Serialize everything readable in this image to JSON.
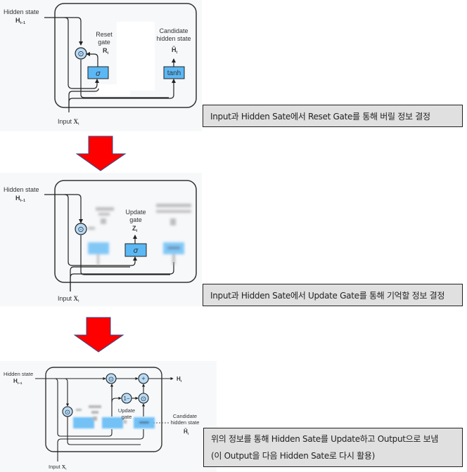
{
  "steps": [
    {
      "diagram": {
        "hidden_state_label": "Hidden state",
        "hidden_state_symbol": "H",
        "hidden_state_sub": "t−1",
        "input_label": "Input",
        "input_symbol": "X",
        "input_sub": "t",
        "reset_gate_label_1": "Reset",
        "reset_gate_label_2": "gate",
        "reset_gate_symbol": "R",
        "reset_gate_sub": "t",
        "candidate_label_1": "Candidate",
        "candidate_label_2": "hidden state",
        "candidate_symbol": "H̃",
        "candidate_sub": "t",
        "sigma_label": "σ",
        "tanh_label": "tanh",
        "multiply_op": "⊙"
      },
      "caption": "Input과  Hidden  Sate에서  Reset  Gate를  통해  버릴  정보  결정"
    },
    {
      "diagram": {
        "hidden_state_label": "Hidden state",
        "hidden_state_symbol": "H",
        "hidden_state_sub": "t−1",
        "input_label": "Input",
        "input_symbol": "X",
        "input_sub": "t",
        "update_gate_label_1": "Update",
        "update_gate_label_2": "gate",
        "update_gate_symbol": "Z",
        "update_gate_sub": "t",
        "sigma_label": "σ",
        "multiply_op": "⊙"
      },
      "caption": "Input과  Hidden  Sate에서  Update  Gate를  통해  기억할  정보  결정"
    },
    {
      "diagram": {
        "hidden_state_label": "Hidden state",
        "hidden_state_symbol": "H",
        "hidden_state_sub": "t−1",
        "input_label": "Input",
        "input_symbol": "X",
        "input_sub": "t",
        "update_gate_label_1": "Update",
        "update_gate_label_2": "gate",
        "candidate_label_1": "Candidate",
        "candidate_label_2": "hidden state",
        "candidate_symbol": "H̃",
        "candidate_sub": "t",
        "output_symbol": "H",
        "output_sub": "t",
        "multiply_op": "⊙",
        "add_op": "+",
        "one_minus_op": "1−"
      },
      "caption_line_1": "위의  정보를  통해  Hidden  Sate를  Update하고  Output으로  보냄",
      "caption_line_2": "(이  Output을  다음  Hidden  Sate로  다시  활용)"
    }
  ],
  "colors": {
    "arrow_fill": "#ff0000",
    "arrow_stroke": "#2f4f8f",
    "gate_fill": "#5bb8f5",
    "op_fill": "#b8dcf8",
    "caption_bg": "#e0e0e0"
  }
}
